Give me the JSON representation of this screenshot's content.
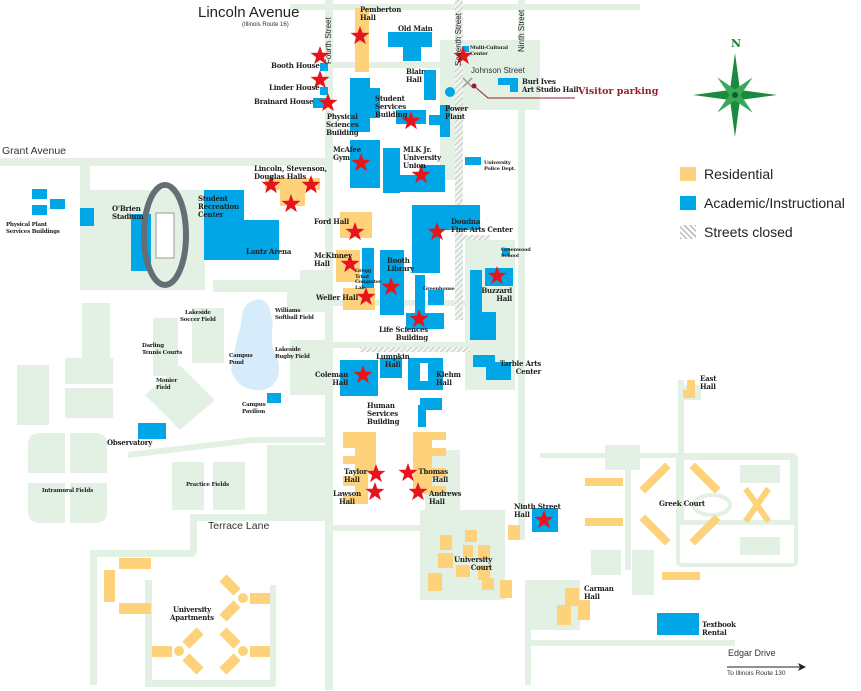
{
  "streets": {
    "lincoln": "Lincoln Avenue",
    "lincoln_sub": "(Illinois Route 16)",
    "grant": "Grant Avenue",
    "fourth": "Fourth Street",
    "seventh": "Seventh Street",
    "ninth": "Ninth Street",
    "johnson": "Johnson Street",
    "terrace": "Terrace Lane",
    "edgar": "Edgar Drive",
    "route130": "To Illinois Route 130"
  },
  "labels": {
    "pemberton": "Pemberton\nHall",
    "old_main": "Old Main",
    "multicultural": "Multi-Cultural\nCenter",
    "booth_house": "Booth House",
    "linder_house": "Linder House",
    "brainard_house": "Brainard House",
    "blair": "Blair\nHall",
    "burl_ives": "Burl Ives\nArt Studio Hall",
    "student_services": "Student\nServices\nBuilding",
    "physical_sciences": "Physical\nSciences\nBuilding",
    "power_plant": "Power\nPlant",
    "mcafee": "McAfee\nGym",
    "mlk": "MLK Jr.\nUniversity\nUnion",
    "police": "University\nPolice Dept.",
    "lsd_halls": "Lincoln, Stevenson,\nDouglas Halls",
    "physical_plant": "Physical Plant\nServices Buildings",
    "obrien": "O'Brien\nStadium",
    "rec_center": "Student\nRecreation\nCenter",
    "lantz": "Lantz Arena",
    "ford": "Ford Hall",
    "doudna": "Doudna\nFine Arts Center",
    "greenwood": "Greenwood\nSchool",
    "mckinney": "McKinney\nHall",
    "computer_lab": "Gregg\nTriad\nComputer\nLab",
    "booth_library": "Booth\nLibrary",
    "greenhouse": "Greenhouse",
    "buzzard": "Buzzard\nHall",
    "weller": "Weller Hall",
    "williams": "Williams\nSoftball Field",
    "lakeside_soccer": "Lakeside\nSoccer Field",
    "life_sciences": "Life Sciences\nBuilding",
    "darling": "Darling\nTennis Courts",
    "campus_pond": "Campus\nPond",
    "lakeside_rugby": "Lakeside\nRugby Field",
    "lumpkin": "Lumpkin\nHall",
    "tarble": "Tarble Arts\nCenter",
    "coleman": "Coleman\nHall",
    "klehm": "Klehm\nHall",
    "monier": "Monier\nField",
    "east_hall": "East\nHall",
    "campus_pavilion": "Campus\nPavilion",
    "human_services": "Human\nServices\nBuilding",
    "observatory": "Observatory",
    "taylor": "Taylor\nHall",
    "thomas": "Thomas\nHall",
    "intramural": "Intramural Fields",
    "practice": "Practice Fields",
    "lawson": "Lawson\nHall",
    "andrews": "Andrews\nHall",
    "ninth_street_hall": "Ninth Street\nHall",
    "greek_court": "Greek Court",
    "university_court": "University\nCourt",
    "university_apartments": "University\nApartments",
    "carman": "Carman\nHall",
    "textbook": "Textbook\nRental"
  },
  "visitor_parking": "Visitor parking",
  "compass": "N",
  "legend": {
    "residential": "Residential",
    "academic": "Academic/Instructional",
    "closed": "Streets closed"
  },
  "colors": {
    "residential": "#fdd27a",
    "academic": "#00a6e6",
    "path": "#e3f0e4",
    "star": "#e8141b",
    "parking": "#9b1b30",
    "compass": "#1a8a3c"
  }
}
